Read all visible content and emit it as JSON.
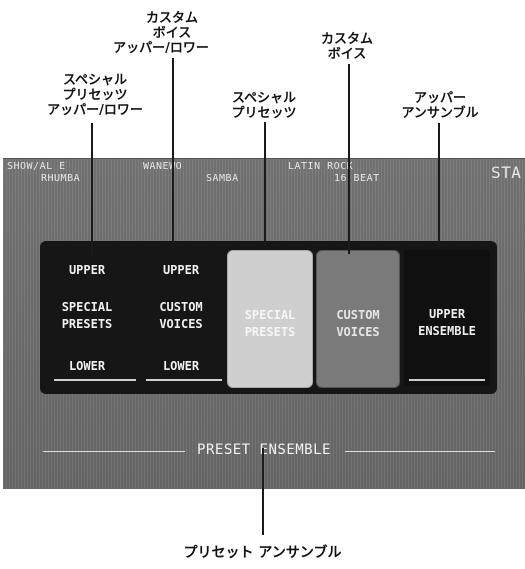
{
  "callouts": {
    "special_upper_lower": [
      "スペシャル",
      "プリセッツ",
      "アッパー/ロワー"
    ],
    "custom_upper_lower": [
      "カスタム",
      "ボイス",
      "アッパー/ロワー"
    ],
    "special_presets": [
      "スペシャル",
      "プリセッツ"
    ],
    "custom_voices": [
      "カスタム",
      "ボイス"
    ],
    "upper_ensemble": [
      "アッパー",
      "アンサンブル"
    ],
    "preset_ensemble": "プリセット アンサンブル"
  },
  "panel": {
    "rhythm_labels": [
      "RHUMBA",
      "SAMBA",
      "16 BEAT"
    ],
    "cut_off_labels": [
      "SHOW/AL E",
      "WANEWO",
      "LATIN ROCK",
      "STA"
    ],
    "buttons": {
      "special_upper": "UPPER",
      "special_mid": [
        "SPECIAL",
        "PRESETS"
      ],
      "special_lower": "LOWER",
      "custom_upper": "UPPER",
      "custom_mid": [
        "CUSTOM",
        "VOICES"
      ],
      "custom_lower": "LOWER",
      "special_presets": [
        "SPECIAL",
        "PRESETS"
      ],
      "custom_voices": [
        "CUSTOM",
        "VOICES"
      ],
      "upper_ensemble": [
        "UPPER",
        "ENSEMBLE"
      ]
    },
    "preset_ensemble_title": "PRESET ENSEMBLE"
  }
}
